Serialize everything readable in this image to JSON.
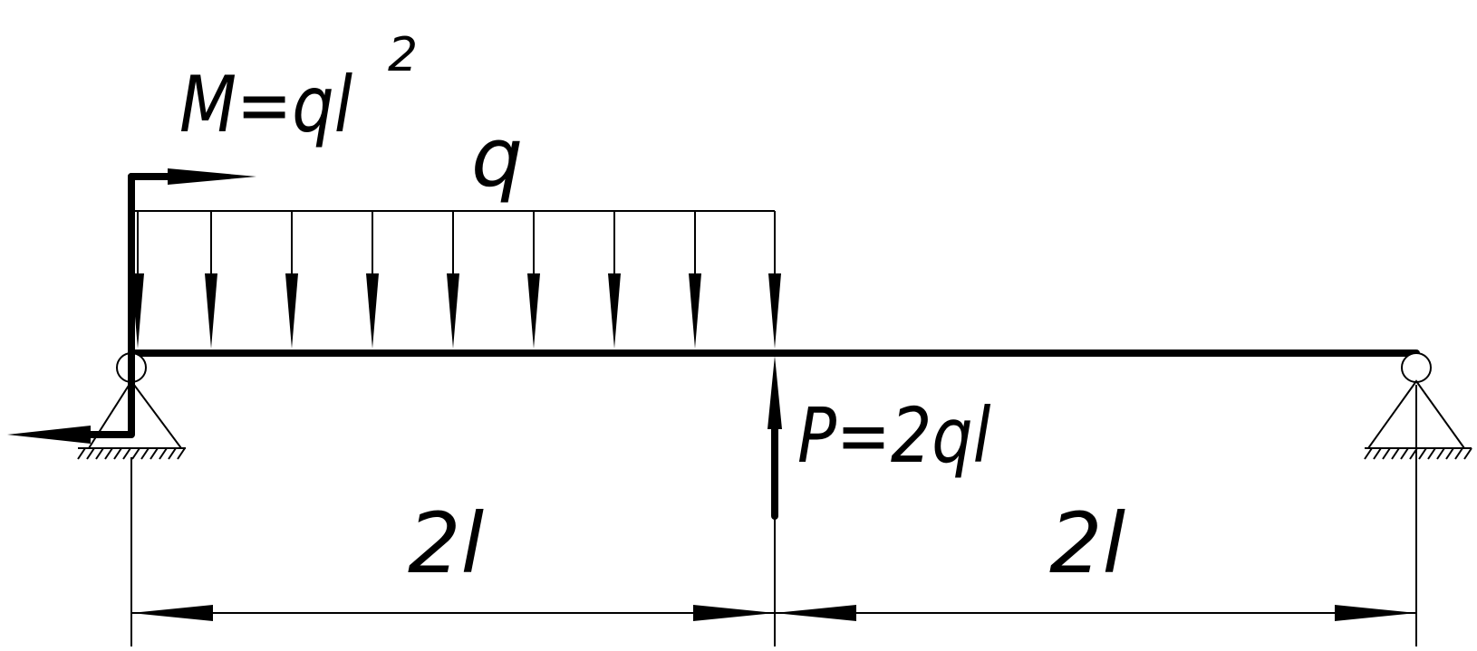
{
  "labels": {
    "moment": "M=ql",
    "moment_exp": "2",
    "distributed_load": "q",
    "point_force": "P=2ql",
    "span_left": "2l",
    "span_right": "2l"
  },
  "colors": {
    "ink": "#000000",
    "background": "#ffffff"
  }
}
